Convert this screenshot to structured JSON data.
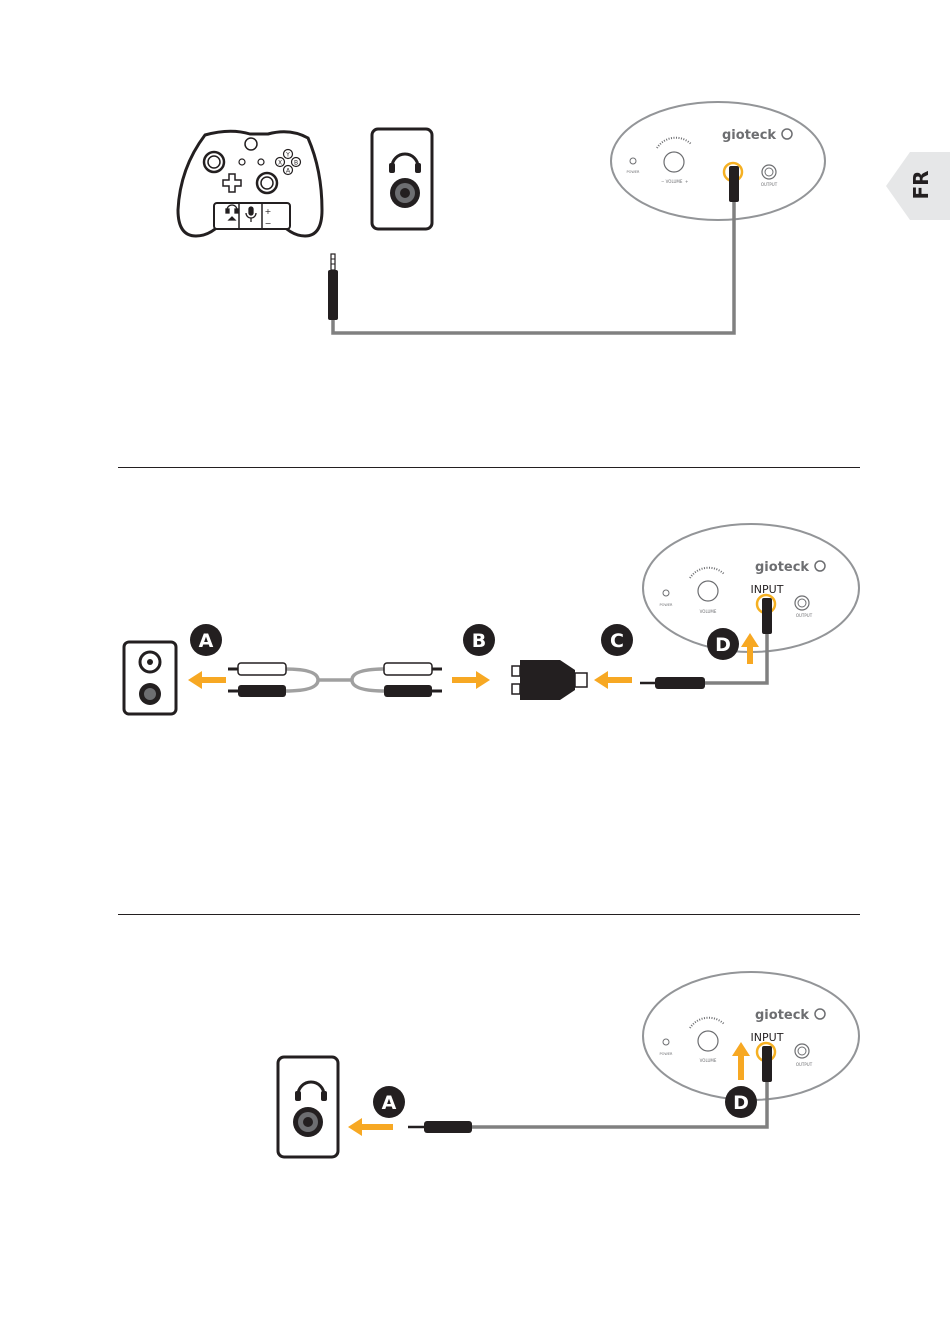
{
  "language_tab": {
    "label": "FR",
    "color": "#e6e7e8"
  },
  "colors": {
    "outline": "#231f20",
    "cable": "#808080",
    "accent": "#f7a823",
    "jack_ring": "#f5b022",
    "device_outline": "#939598"
  },
  "brand": {
    "logo_text": "gioteck"
  },
  "device_panel": {
    "power_label": "POWER",
    "volume_label": "VOLUME",
    "output_label": "OUTPUT",
    "input_label": "INPUT"
  },
  "steps": {
    "a": "A",
    "b": "B",
    "c": "C",
    "d": "D"
  },
  "controller": {
    "button_y": "Y",
    "button_b": "B",
    "button_x": "X",
    "button_a": "A",
    "plus": "+",
    "minus": "−"
  }
}
